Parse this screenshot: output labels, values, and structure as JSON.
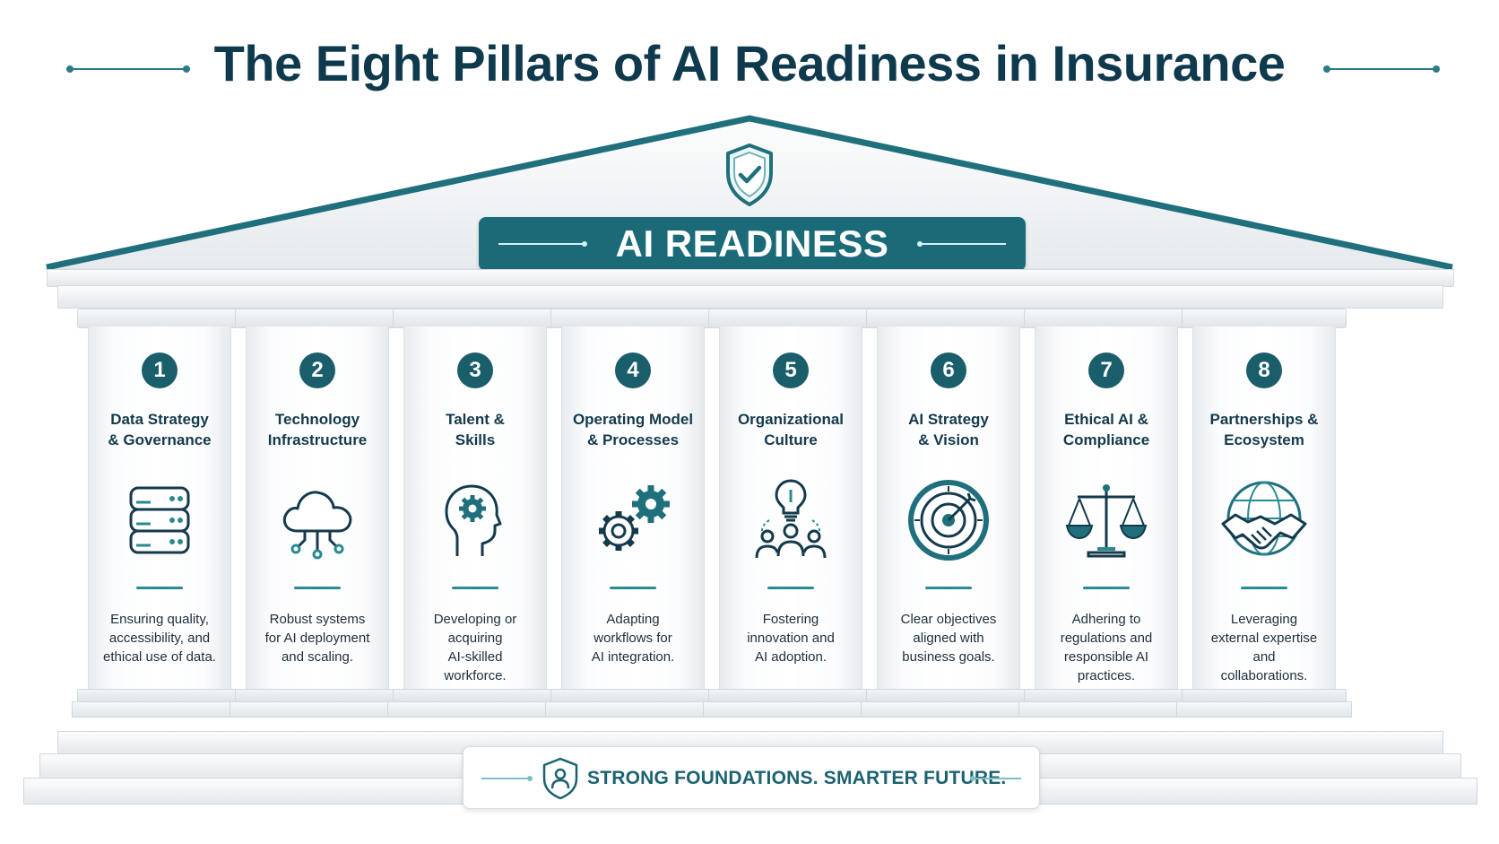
{
  "title": "The Eight Pillars of AI Readiness in Insurance",
  "roof": {
    "label": "AI READINESS",
    "emblem": "shield-check-icon"
  },
  "pillars": [
    {
      "number": "1",
      "title": "Data Strategy\n& Governance",
      "icon": "database-icon",
      "description": "Ensuring quality,\naccessibility, and\nethical use of data."
    },
    {
      "number": "2",
      "title": "Technology\nInfrastructure",
      "icon": "cloud-network-icon",
      "description": "Robust systems\nfor AI deployment\nand scaling."
    },
    {
      "number": "3",
      "title": "Talent &\nSkills",
      "icon": "head-gear-icon",
      "description": "Developing or\nacquiring\nAI-skilled\nworkforce."
    },
    {
      "number": "4",
      "title": "Operating Model\n& Processes",
      "icon": "gears-icon",
      "description": "Adapting\nworkflows for\nAI integration."
    },
    {
      "number": "5",
      "title": "Organizational\nCulture",
      "icon": "lightbulb-team-icon",
      "description": "Fostering\ninnovation and\nAI adoption."
    },
    {
      "number": "6",
      "title": "AI Strategy\n& Vision",
      "icon": "target-icon",
      "description": "Clear objectives\naligned with\nbusiness goals."
    },
    {
      "number": "7",
      "title": "Ethical AI &\nCompliance",
      "icon": "scales-icon",
      "description": "Adhering to\nregulations and\nresponsible AI\npractices."
    },
    {
      "number": "8",
      "title": "Partnerships &\nEcosystem",
      "icon": "globe-handshake-icon",
      "description": "Leveraging\nexternal expertise\nand\ncollaborations."
    }
  ],
  "foundation": {
    "label": "STRONG FOUNDATIONS. SMARTER FUTURE.",
    "icon": "shield-person-icon"
  },
  "colors": {
    "primary": "#1a6a78",
    "dark": "#0f3a4e",
    "accent": "#2a8a92"
  }
}
